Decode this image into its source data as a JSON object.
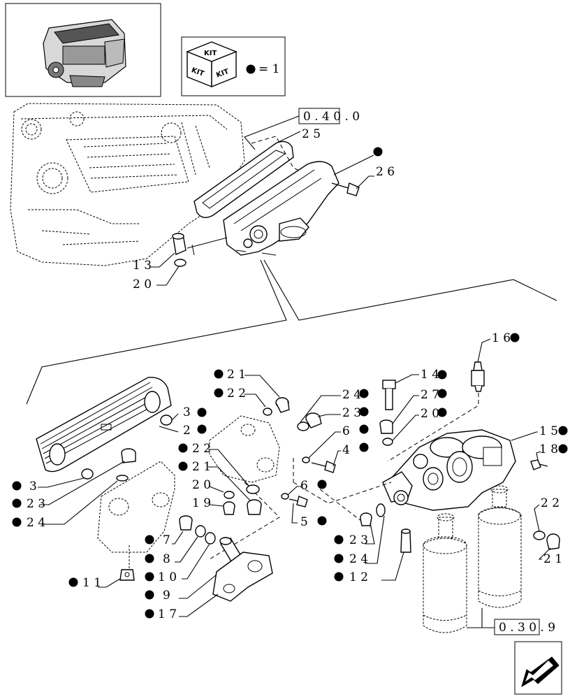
{
  "kit": {
    "cube_top": "KIT",
    "cube_left": "KIT",
    "cube_right": "KIT",
    "legend_text": "= 1"
  },
  "refs": {
    "top": "0 . 4 0 . 0",
    "bottom": "0 . 3 0 . 9"
  },
  "labels": {
    "l25": "2 5",
    "l26": "2 6",
    "l13_top": "1 3",
    "l20_top": "2 0",
    "l16": "1 6",
    "l14": "1 4",
    "l27": "2 7",
    "l20_r": "2 0",
    "l21_a": "2 1",
    "l22_a": "2 2",
    "l24_a": "2 4",
    "l23_a": "2 3",
    "l6_a": "6",
    "l4": "4",
    "l15": "1 5",
    "l18": "1 8",
    "l3_r": "3",
    "l2_r": "2",
    "l22_b": "2 2",
    "l21_b": "2 1",
    "l20_b": "2 0",
    "l19": "1 9",
    "l6_b": "6",
    "l5": "5",
    "l3_l": "3",
    "l23_l": "2 3",
    "l24_l": "2 4",
    "l7": "7",
    "l8": "8",
    "l10": "1 0",
    "l9": "9",
    "l17": "1 7",
    "l11": "1 1",
    "l23_c": "2 3",
    "l24_c": "2 4",
    "l12": "1 2",
    "l22_c": "2 2",
    "l21_c": "2 1"
  }
}
